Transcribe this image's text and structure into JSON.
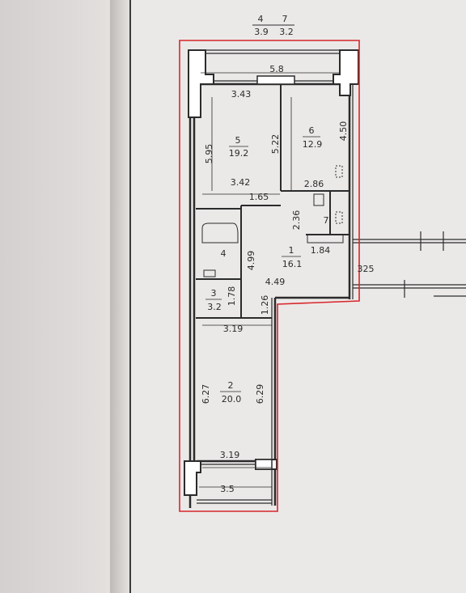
{
  "header": {
    "top_numbers": [
      "4",
      "7"
    ],
    "bottom_numbers": [
      "3.9",
      "3.2"
    ]
  },
  "rooms": [
    {
      "id": "5",
      "area": "19.2"
    },
    {
      "id": "6",
      "area": "12.9"
    },
    {
      "id": "1",
      "area": "16.1"
    },
    {
      "id": "4",
      "area": ""
    },
    {
      "id": "3",
      "area": "3.2"
    },
    {
      "id": "2",
      "area": "20.0"
    },
    {
      "id": "7",
      "area": ""
    }
  ],
  "dimensions": {
    "d_5_8": "5.8",
    "d_3_43": "3.43",
    "d_5_95": "5.95",
    "d_5_22": "5.22",
    "d_4_50": "4.50",
    "d_3_42": "3.42",
    "d_2_86": "2.86",
    "d_1_65": "1.65",
    "d_2_36": "2.36",
    "d_4_99": "4.99",
    "d_1_84": "1.84",
    "d_325": "325",
    "d_4_49": "4.49",
    "d_1_78": "1.78",
    "d_1_26": "1.26",
    "d_3_19a": "3.19",
    "d_6_27": "6.27",
    "d_6_29": "6.29",
    "d_3_19b": "3.19",
    "d_3_5": "3.5"
  },
  "colors": {
    "boundary": "#d8262b",
    "ink": "#2b2b2b"
  }
}
